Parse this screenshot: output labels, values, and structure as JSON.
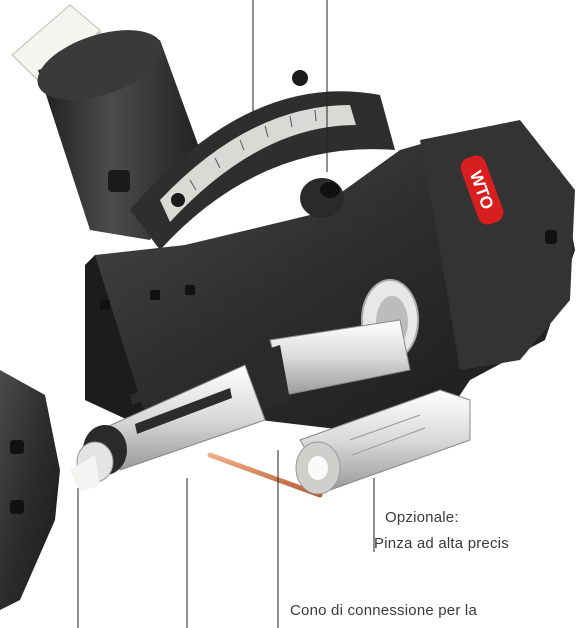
{
  "image": {
    "brand_logo_text": "WTO",
    "colors": {
      "body_dark": "#2a2a2a",
      "body_mid": "#3a3a3a",
      "metal_light": "#e8e8e6",
      "logo_red": "#d81e1e",
      "rod_copper": "#d9825a",
      "leader_line": "#222222"
    }
  },
  "callouts": {
    "optional": "Opzionale:",
    "collet": "Pinza ad alta precis",
    "cone": "Cono di connessione per la"
  }
}
